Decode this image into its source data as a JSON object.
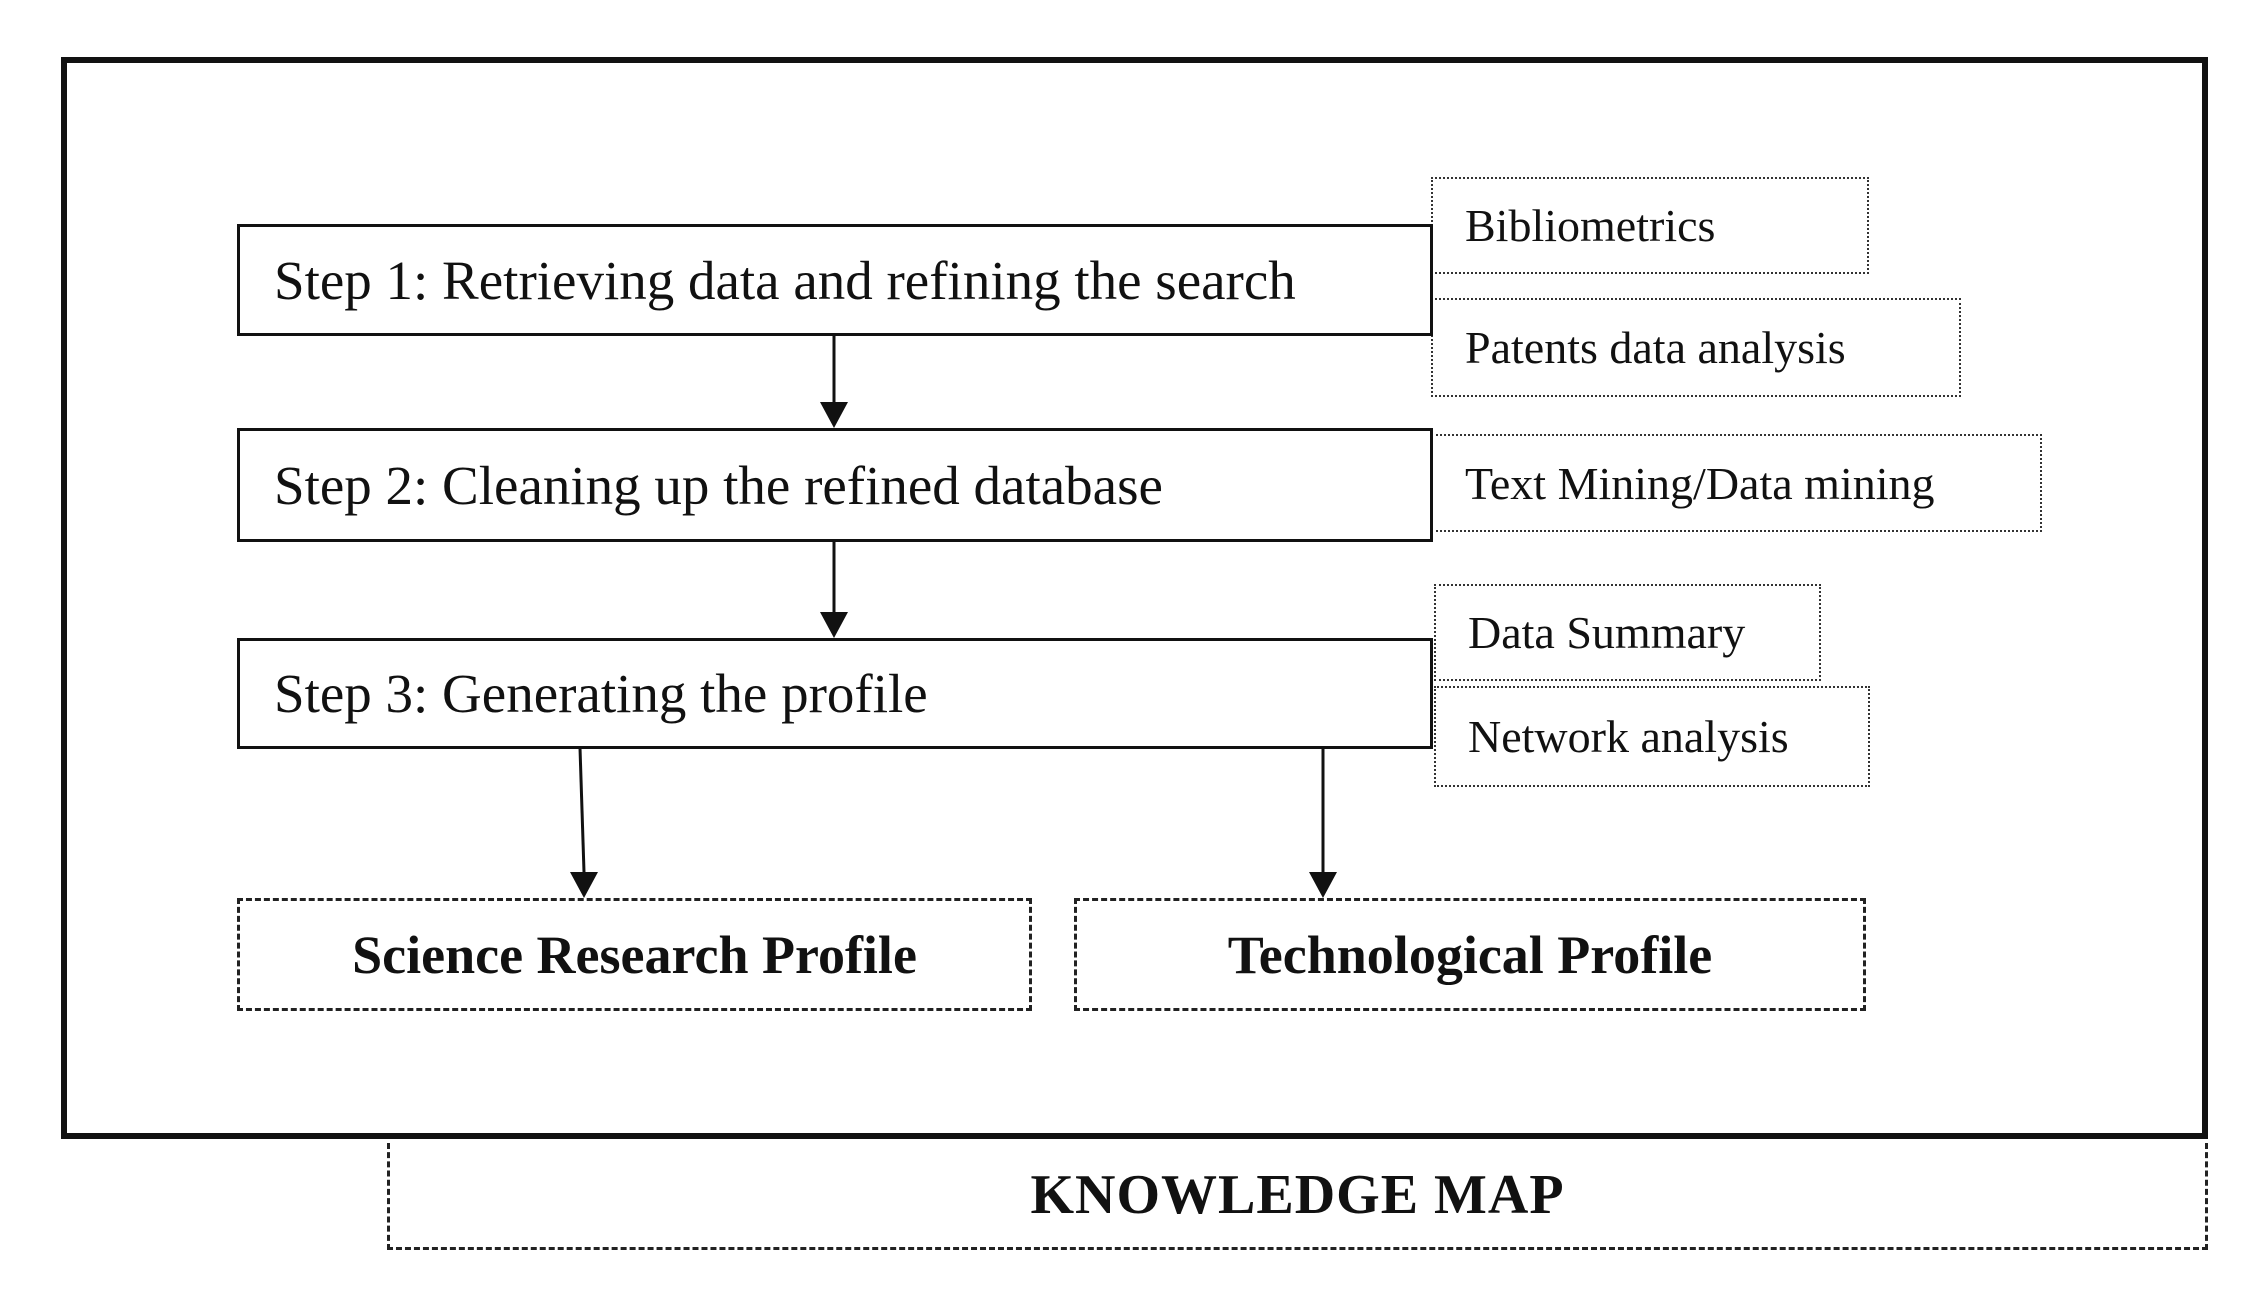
{
  "steps": [
    {
      "label": "Step 1: Retrieving data and refining the search"
    },
    {
      "label": "Step 2: Cleaning up the refined database"
    },
    {
      "label": "Step 3: Generating the profile"
    }
  ],
  "methods": [
    {
      "label": "Bibliometrics"
    },
    {
      "label": "Patents data analysis"
    },
    {
      "label": "Text Mining/Data mining"
    },
    {
      "label": "Data Summary"
    },
    {
      "label": "Network analysis"
    }
  ],
  "profiles": [
    {
      "label": "Science Research Profile"
    },
    {
      "label": "Technological Profile"
    }
  ],
  "knowledge_map": {
    "label": "KNOWLEDGE MAP"
  }
}
